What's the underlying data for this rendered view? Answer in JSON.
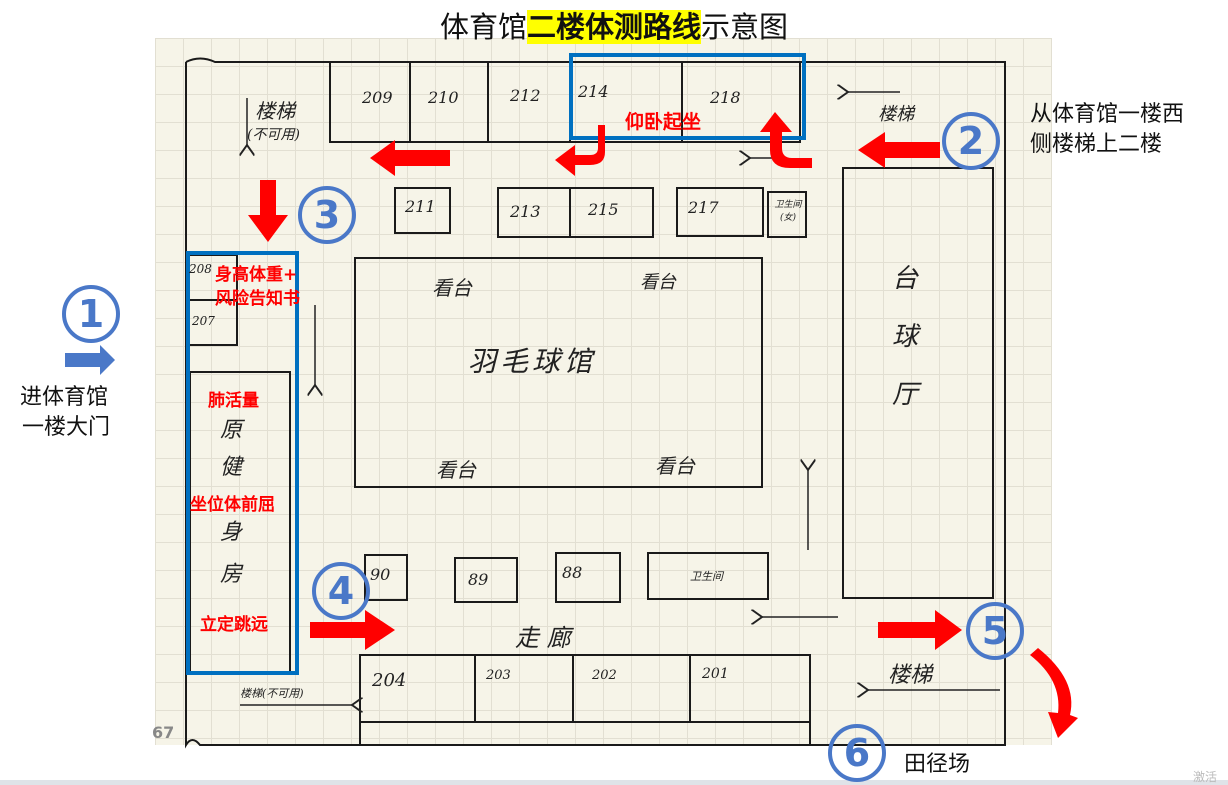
{
  "title": {
    "prefix": "体育馆",
    "highlight": "二楼体测路线",
    "suffix": "示意图"
  },
  "start_note": {
    "line1": "进体育馆",
    "line2": "一楼大门"
  },
  "stairs_note": {
    "line1": "从体育馆一楼西",
    "line2": "侧楼梯上二楼"
  },
  "destination": "田径场",
  "steps": [
    "1",
    "2",
    "3",
    "4",
    "5",
    "6"
  ],
  "stations": {
    "situps": "仰卧起坐",
    "height_weight": "身高体重+",
    "risk_notice": "风险告知书",
    "lung_capacity": "肺活量",
    "sit_reach": "坐位体前屈",
    "long_jump": "立定跳远"
  },
  "rooms_top": [
    "209",
    "210",
    "212",
    "214",
    "218"
  ],
  "rooms_mid": [
    "211",
    "213",
    "215",
    "217"
  ],
  "restroom_female": {
    "line1": "卫生间",
    "line2": "(女)"
  },
  "rooms_left": [
    "208",
    "207"
  ],
  "rooms_small": [
    "90",
    "89",
    "88"
  ],
  "restroom": "卫生间",
  "rooms_bottom": [
    "204",
    "203",
    "202",
    "201"
  ],
  "stairs_label": "楼梯",
  "stairs_unavailable": "楼梯(不可用)",
  "stairs_tl": {
    "line1": "楼梯",
    "line2": "(不可用)"
  },
  "stands": "看台",
  "badminton_hall": "羽毛球馆",
  "billiards": [
    "台",
    "球",
    "厅"
  ],
  "old_gym": [
    "原",
    "健",
    "身",
    "房"
  ],
  "corridor": "走 廊",
  "page_number": "67",
  "watermark": "激活",
  "colors": {
    "route_arrow": "#ff0000",
    "step_circle": "#4a78c8",
    "station_box": "#0070c0",
    "highlight": "#ffff00"
  }
}
